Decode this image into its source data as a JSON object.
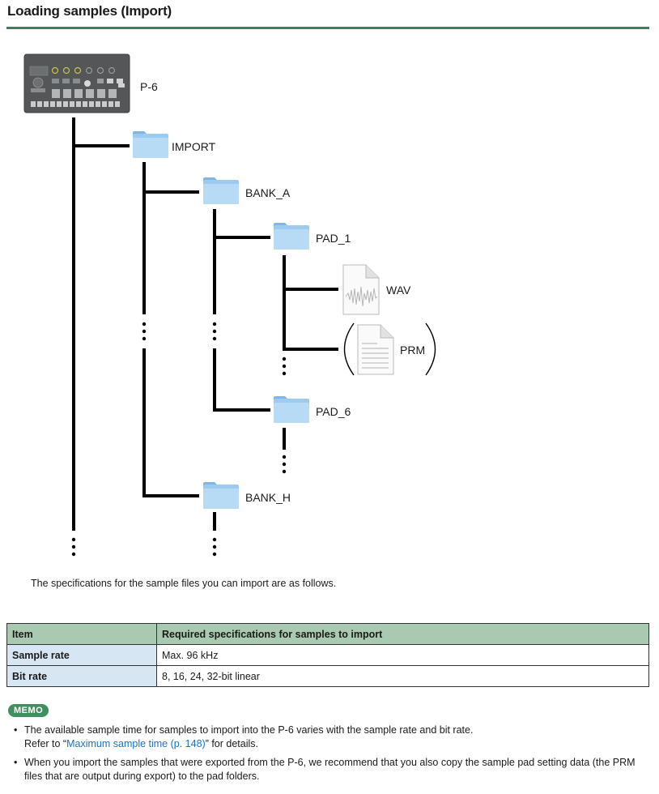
{
  "heading": "Loading samples (Import)",
  "tree": {
    "device": "P-6",
    "import_folder": "IMPORT",
    "bank_a": "BANK_A",
    "pad_1": "PAD_1",
    "wav": "WAV",
    "prm": "PRM",
    "pad_6": "PAD_6",
    "bank_h": "BANK_H"
  },
  "intro": "The specifications for the sample files you can import are as follows.",
  "table": {
    "headers": [
      "Item",
      "Required specifications for samples to import"
    ],
    "rows": [
      [
        "Sample rate",
        "Max. 96 kHz"
      ],
      [
        "Bit rate",
        "8, 16, 24, 32-bit linear"
      ]
    ]
  },
  "memo": {
    "badge": "MEMO",
    "item1_line1": "The available sample time for samples to import into the P-6 varies with the sample rate and bit rate.",
    "item1_refer_prefix": "Refer to “",
    "item1_link": "Maximum sample time (p. 148)",
    "item1_refer_suffix": "” for details.",
    "item2": "When you import the samples that were exported from the P-6, we recommend that you also copy the sample pad setting data (the PRM files that are output during export) to the pad folders."
  },
  "colors": {
    "accent_green": "#3f7f5d",
    "folder_blue": "#9ccbef",
    "table_header": "#a9c9b0",
    "item_cell": "#d7e6f3",
    "link": "#1a73c8"
  }
}
